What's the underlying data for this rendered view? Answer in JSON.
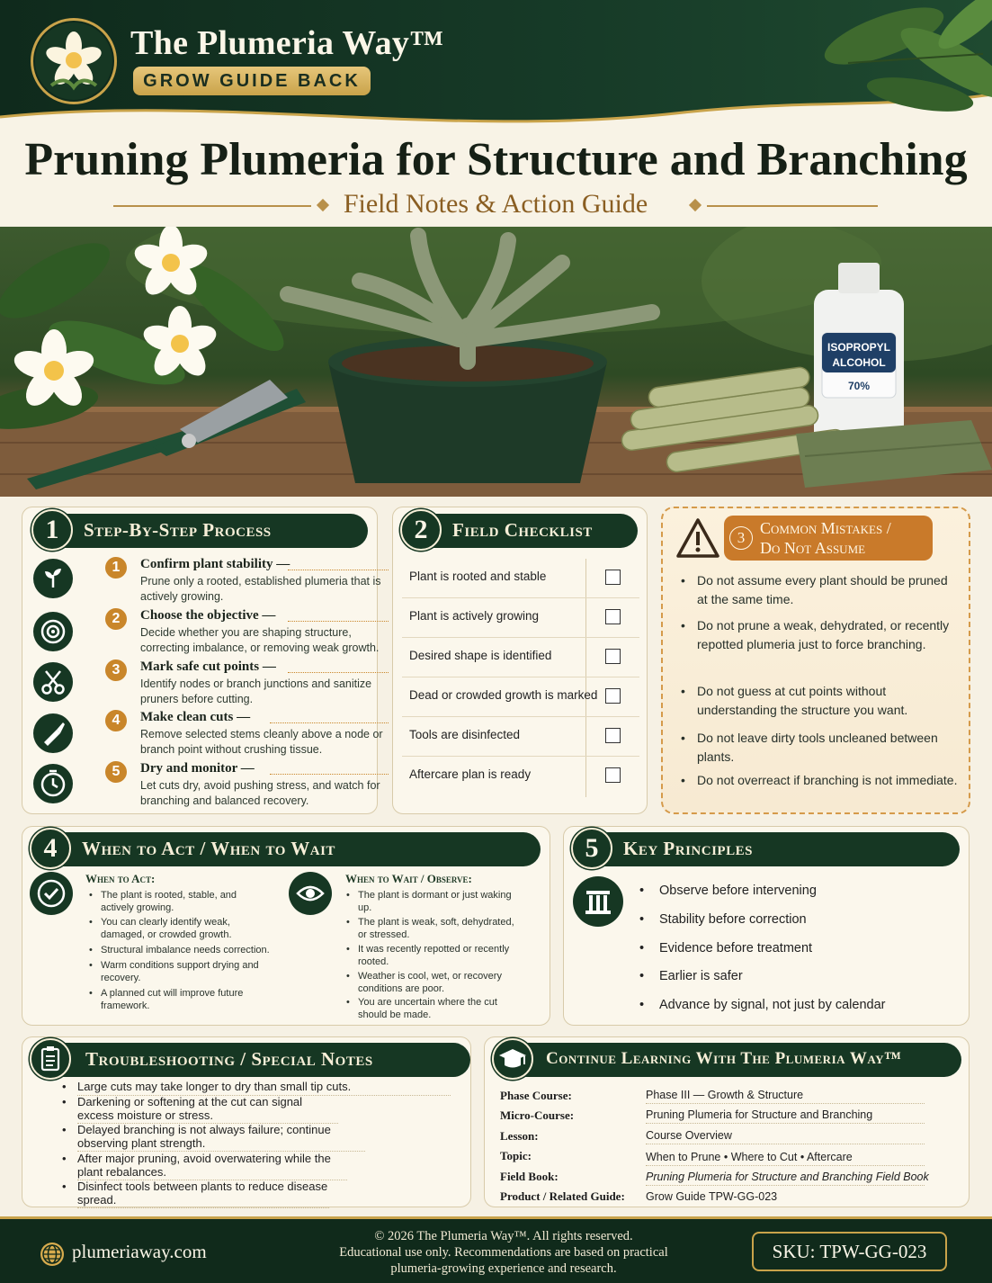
{
  "brand": {
    "name": "The Plumeria Way™",
    "tag": "GROW GUIDE BACK"
  },
  "title": "Pruning Plumeria for Structure and Branching",
  "subtitle": "Field Notes & Action Guide",
  "photo": {
    "bottle_label_1": "ISOPROPYL",
    "bottle_label_2": "ALCOHOL",
    "bottle_label_3": "70%"
  },
  "section1": {
    "num": "1",
    "heading": "Step-By-Step Process",
    "steps": [
      {
        "num": "1",
        "title": "Confirm plant stability —",
        "desc": "Prune only a rooted, established plumeria that is actively growing.",
        "icon": "sprout-icon"
      },
      {
        "num": "2",
        "title": "Choose the objective —",
        "desc": "Decide whether you are shaping structure, correcting imbalance, or removing weak growth.",
        "icon": "target-icon"
      },
      {
        "num": "3",
        "title": "Mark safe cut points —",
        "desc": "Identify nodes or branch junctions and sanitize pruners before cutting.",
        "icon": "scissors-icon"
      },
      {
        "num": "4",
        "title": "Make clean cuts —",
        "desc": "Remove selected stems cleanly above a node or branch point without crushing tissue.",
        "icon": "pruner-icon"
      },
      {
        "num": "5",
        "title": "Dry and monitor —",
        "desc": "Let cuts dry, avoid pushing stress, and watch for branching and balanced recovery.",
        "icon": "clock-icon"
      }
    ]
  },
  "section2": {
    "num": "2",
    "heading": "Field Checklist",
    "items": [
      "Plant is rooted and stable",
      "Plant is actively growing",
      "Desired shape is identified",
      "Dead or crowded growth is marked",
      "Tools are disinfected",
      "Aftercare plan is ready"
    ]
  },
  "section3": {
    "num": "3",
    "heading_1": "Common Mistakes /",
    "heading_2": "Do Not Assume",
    "items": [
      "Do not assume every plant should be pruned at the same time.",
      "Do not prune a weak, dehydrated, or recently repotted plumeria just to force branching.",
      "Do not guess at cut points without understanding the structure you want.",
      "Do not leave dirty tools uncleaned between plants.",
      "Do not overreact if branching is not immediate."
    ]
  },
  "section4": {
    "num": "4",
    "heading": "When to Act / When to Wait",
    "act_title": "When to Act:",
    "act_items": [
      "The plant is rooted, stable, and actively growing.",
      "You can clearly identify weak, damaged, or crowded growth.",
      "Structural imbalance needs correction.",
      "Warm conditions support drying and recovery.",
      "A planned cut will improve future framework."
    ],
    "wait_title": "When to Wait / Observe:",
    "wait_items": [
      "The plant is dormant or just waking up.",
      "The plant is weak, soft, dehydrated, or stressed.",
      "It was recently repotted or recently rooted.",
      "Weather is cool, wet, or recovery conditions are poor.",
      "You are uncertain where the cut should be made."
    ]
  },
  "section5": {
    "num": "5",
    "heading": "Key Principles",
    "items": [
      "Observe before intervening",
      "Stability before correction",
      "Evidence before treatment",
      "Earlier is safer",
      "Advance by signal, not just by calendar"
    ]
  },
  "troubleshooting": {
    "heading": "Troubleshooting / Special Notes",
    "items": [
      "Large cuts may take longer to dry than small tip cuts.",
      "Darkening or softening at the cut can signal excess moisture or stress.",
      "Delayed branching is not always failure; continue observing plant strength.",
      "After major pruning, avoid overwatering while the plant rebalances.",
      "Disinfect tools between plants to reduce disease spread."
    ]
  },
  "continue": {
    "heading": "Continue Learning With The Plumeria Way™",
    "rows": [
      {
        "label": "Phase Course:",
        "value": "Phase III — Growth & Structure"
      },
      {
        "label": "Micro-Course:",
        "value": "Pruning Plumeria for Structure and Branching"
      },
      {
        "label": "Lesson:",
        "value": "Course Overview"
      },
      {
        "label": "Topic:",
        "value": "When to Prune • Where to Cut • Aftercare"
      },
      {
        "label": "Field Book:",
        "value": "Pruning Plumeria for Structure and Branching Field Book"
      },
      {
        "label": "Product / Related Guide:",
        "value": "Grow Guide TPW-GG-023"
      }
    ]
  },
  "footer": {
    "site": "plumeriaway.com",
    "copy_1": "© 2026 The Plumeria Way™. All rights reserved.",
    "copy_2": "Educational use only. Recommendations are based on practical",
    "copy_3": "plumeria-growing experience and research.",
    "sku": "SKU: TPW-GG-023"
  },
  "colors": {
    "forest": "#163723",
    "gold": "#c9a34a",
    "amber": "#c9862a",
    "cream": "#fbf7ec"
  }
}
